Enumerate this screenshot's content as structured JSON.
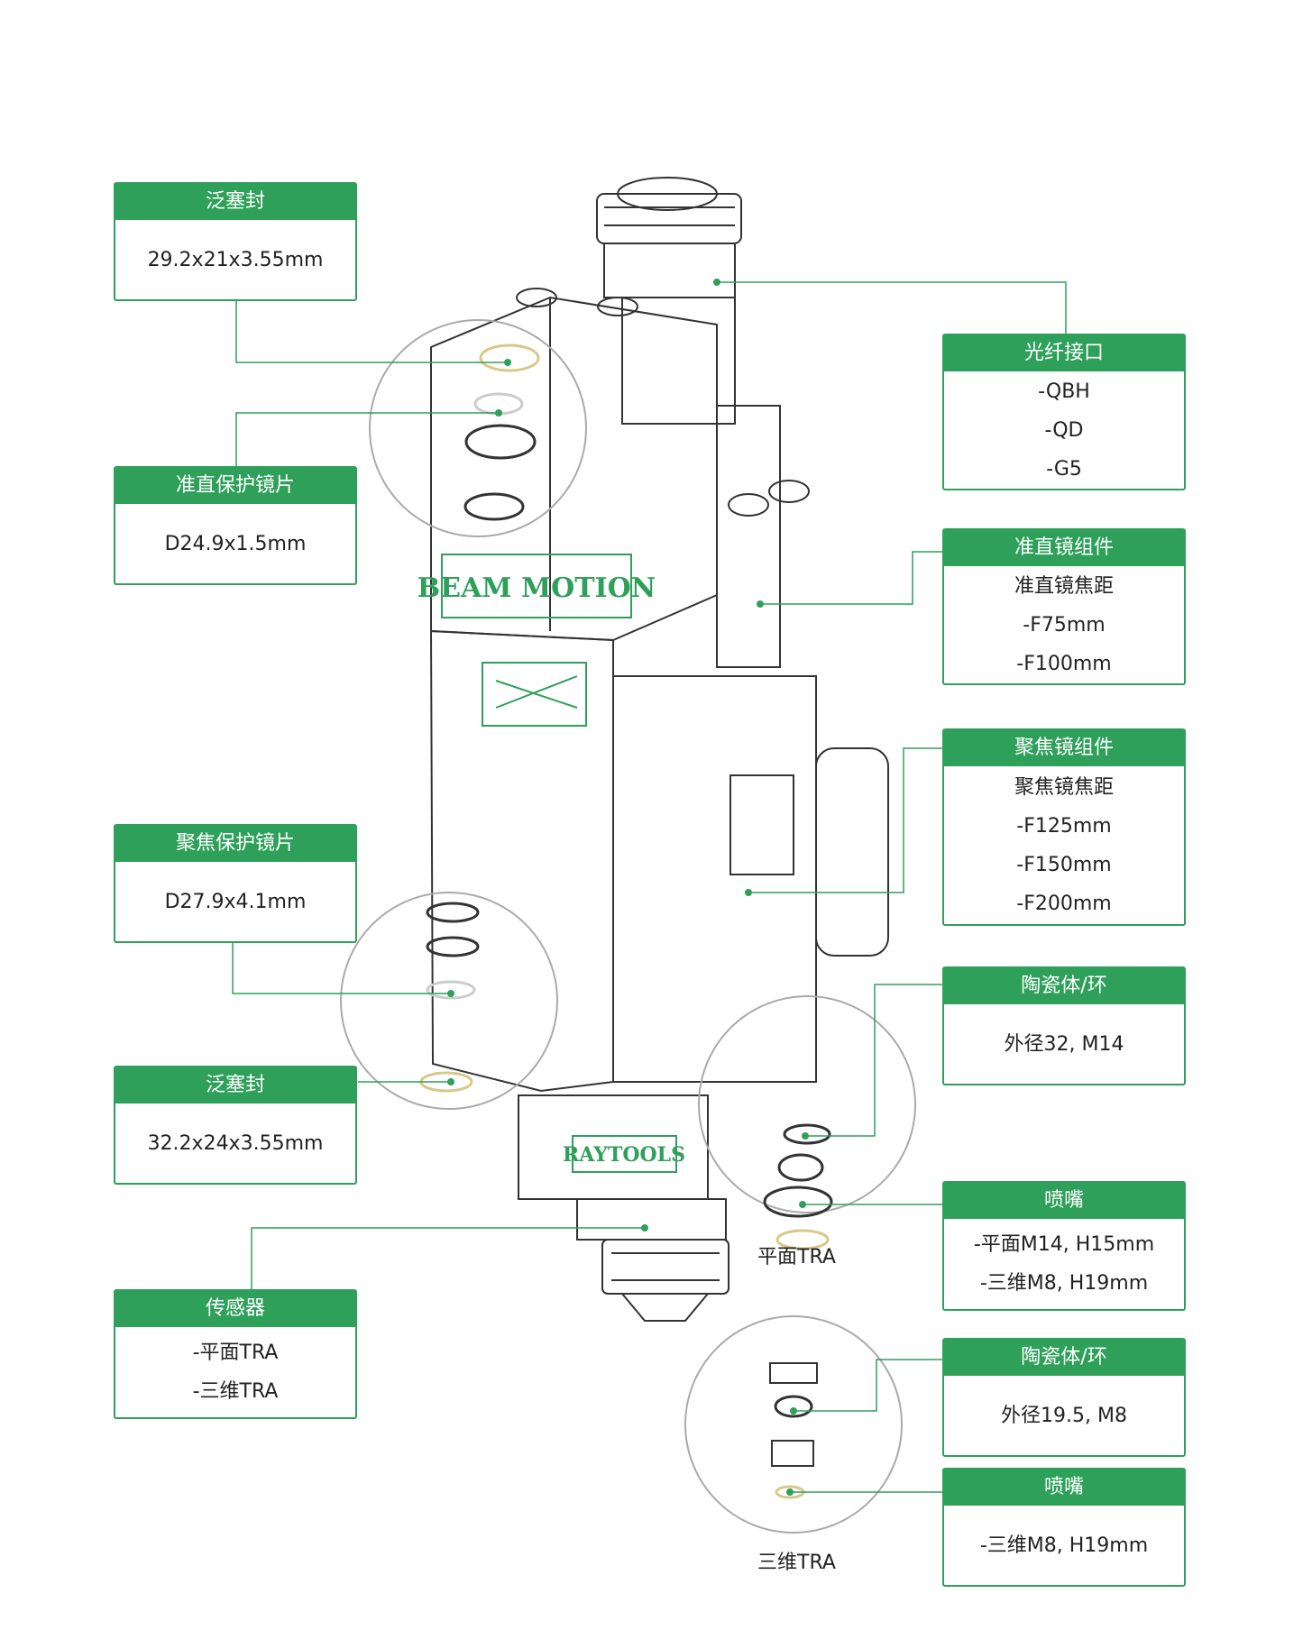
{
  "cards": [
    {
      "id": "seal-top",
      "title": "泛塞封",
      "lines": [
        "29.2x21x3.55mm"
      ]
    },
    {
      "id": "collimator-protect",
      "title": "准直保护镜片",
      "lines": [
        "D24.9x1.5mm"
      ]
    },
    {
      "id": "focus-protect",
      "title": "聚焦保护镜片",
      "lines": [
        "D27.9x4.1mm"
      ]
    },
    {
      "id": "seal-bottom",
      "title": "泛塞封",
      "lines": [
        "32.2x24x3.55mm"
      ]
    },
    {
      "id": "sensor",
      "title": "传感器",
      "lines": [
        "-平面TRA",
        "-三维TRA"
      ]
    },
    {
      "id": "fiber",
      "title": "光纤接口",
      "lines": [
        "-QBH",
        "-QD",
        "-G5"
      ]
    },
    {
      "id": "collimator",
      "title": "准直镜组件",
      "lines": [
        "准直镜焦距",
        "-F75mm",
        "-F100mm"
      ]
    },
    {
      "id": "focus",
      "title": "聚焦镜组件",
      "lines": [
        "聚焦镜焦距",
        "-F125mm",
        "-F150mm",
        "-F200mm"
      ]
    },
    {
      "id": "ceramic-1",
      "title": "陶瓷体/环",
      "lines": [
        "外径32, M14"
      ]
    },
    {
      "id": "nozzle-1",
      "title": "喷嘴",
      "lines": [
        "-平面M14, H15mm",
        "-三维M8, H19mm"
      ]
    },
    {
      "id": "ceramic-2",
      "title": "陶瓷体/环",
      "lines": [
        "外径19.5, M8"
      ]
    },
    {
      "id": "nozzle-2",
      "title": "喷嘴",
      "lines": [
        "-三维M8, H19mm"
      ]
    }
  ],
  "labels": {
    "flat_tra": "平面TRA",
    "three_d_tra": "三维TRA"
  },
  "body_marks": {
    "brand_plate": "BEAM MOTION",
    "logo": "RAYTOOLS"
  },
  "colors": {
    "accent": "#2ea05a",
    "line": "#333333",
    "ring": "#d8c98a"
  }
}
